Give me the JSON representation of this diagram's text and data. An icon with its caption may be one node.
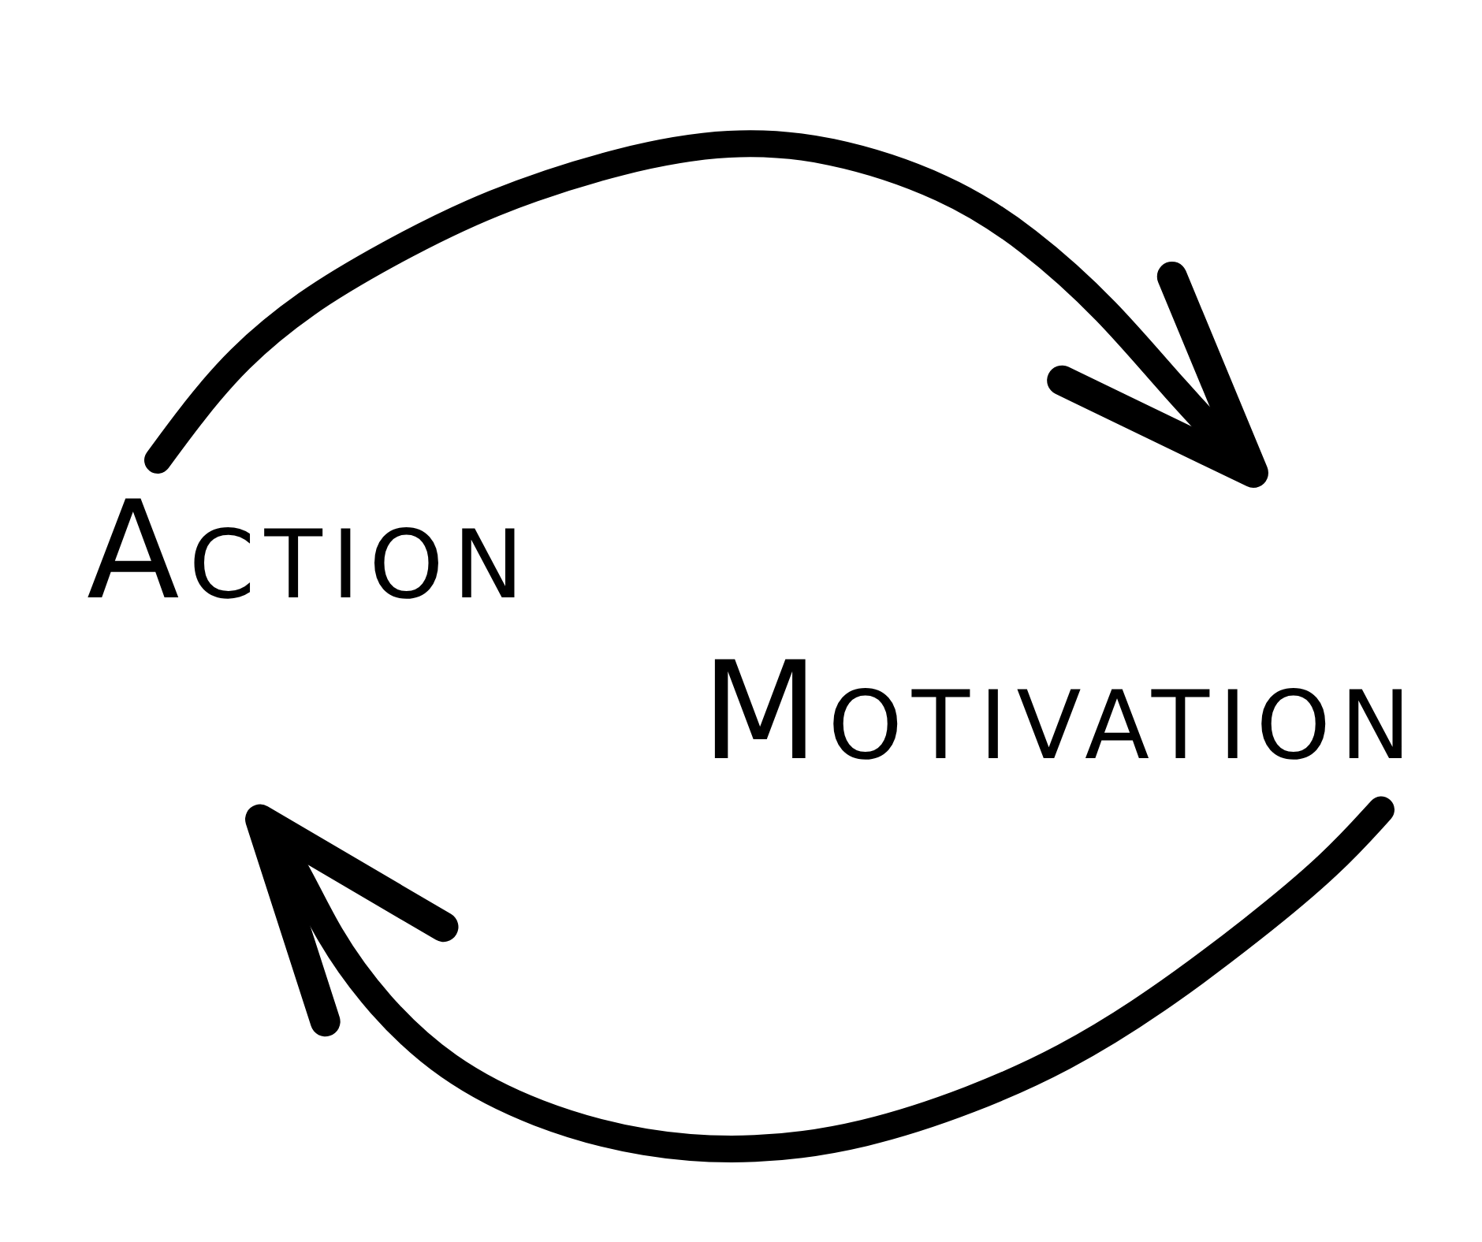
{
  "diagram": {
    "nodes": [
      {
        "text": [
          "Action"
        ]
      },
      {
        "text": [
          "Motivation"
        ]
      }
    ],
    "edges": [
      {
        "from": 0,
        "to": 1,
        "arrow": "to"
      },
      {
        "from": 1,
        "to": 0,
        "arrow": "to"
      }
    ]
  }
}
